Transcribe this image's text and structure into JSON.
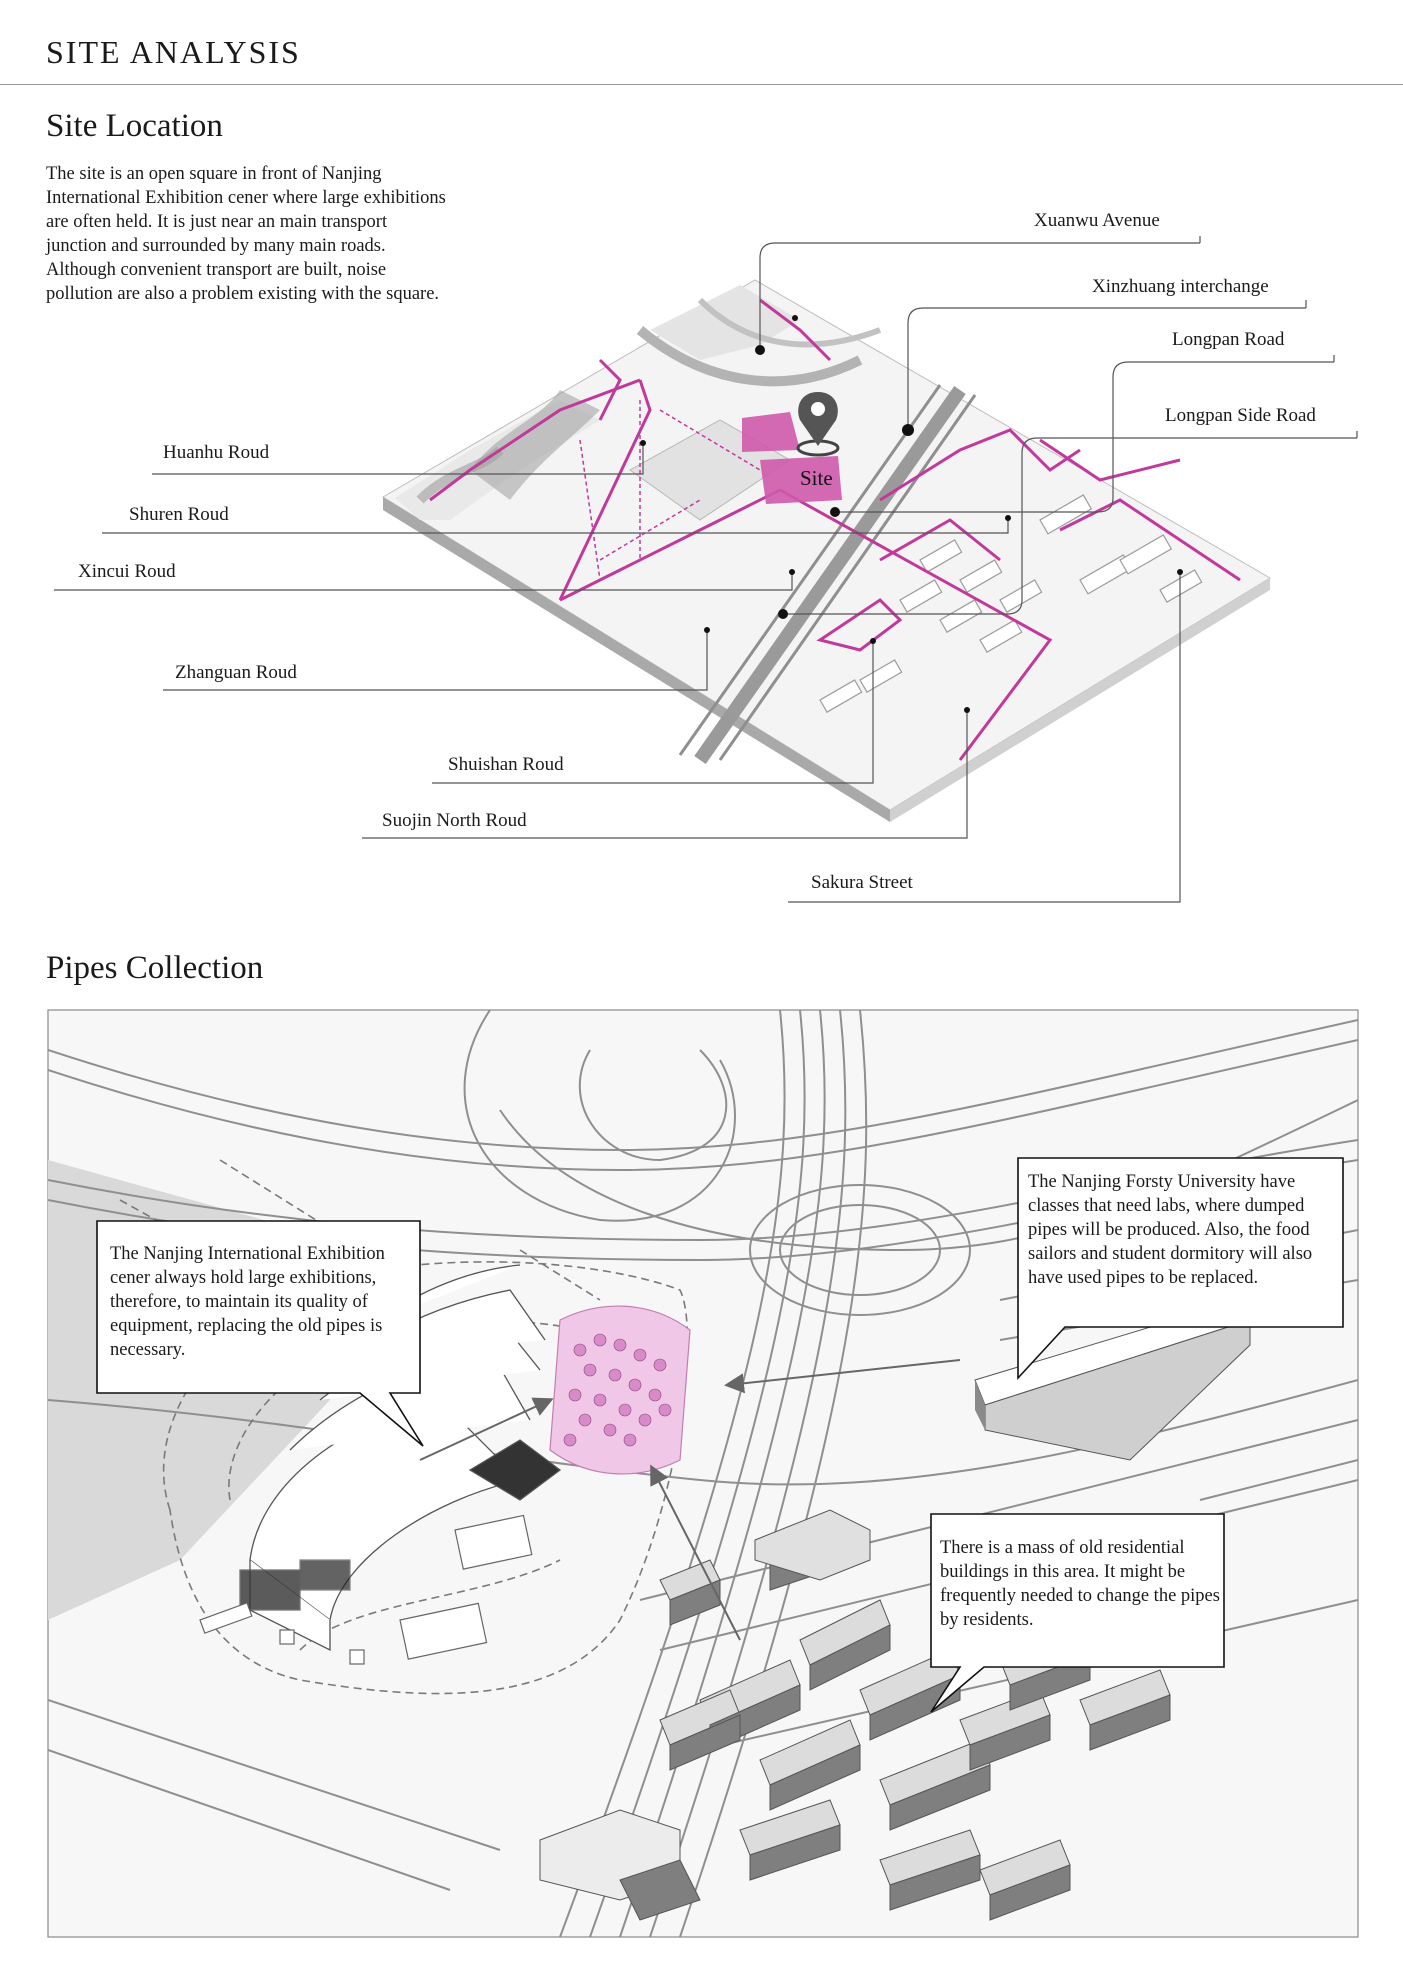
{
  "header": {
    "title": "SITE ANALYSIS"
  },
  "site_location": {
    "title": "Site Location",
    "intro": "The site is an open square in front of Nanjing International Exhibition cener where large exhibitions are often held. It is just near an main transport junction and surrounded by many main roads. Although convenient transport are built, noise pollution are also a problem existing with the square.",
    "site_label": "Site",
    "roads": {
      "xuanwu": "Xuanwu Avenue",
      "xinzhuang": "Xinzhuang interchange",
      "longpan": "Longpan Road",
      "longpan_side": "Longpan Side Road",
      "huanhu": "Huanhu Roud",
      "shuren": "Shuren Roud",
      "xincui": "Xincui Roud",
      "zhanguan": "Zhanguan Roud",
      "shuishan": "Shuishan Roud",
      "suojin": "Suojin North Roud",
      "sakura": "Sakura Street"
    }
  },
  "pipes_collection": {
    "title": "Pipes Collection",
    "callouts": {
      "exhibition": "The Nanjing International Exhibition cener always hold large exhibitions, therefore, to maintain its quality of equipment, replacing the old pipes is necessary.",
      "university": "The Nanjing Forsty University have classes that need labs, where dumped pipes will be produced. Also, the food sailors and student dormitory will also have used pipes to be replaced.",
      "residential": "There is a mass of old residential buildings in this area. It might be frequently needed to change the pipes by residents."
    }
  },
  "colors": {
    "accent": "#c0399b",
    "site_fill": "#cf5aac",
    "road_gray": "#8a8a8a"
  }
}
